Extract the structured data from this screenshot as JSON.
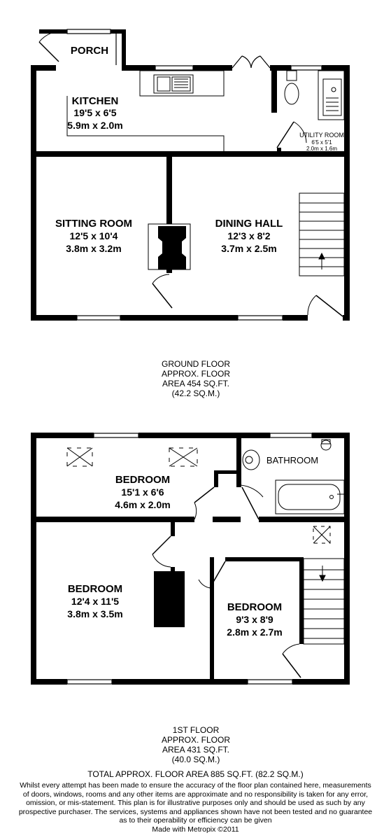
{
  "ground_floor": {
    "rooms": {
      "porch": {
        "name": "PORCH"
      },
      "kitchen": {
        "name": "KITCHEN",
        "imperial": "19'5 x 6'5",
        "metric": "5.9m x 2.0m"
      },
      "utility": {
        "name": "UTILITY ROOM",
        "imperial": "6'5 x 5'1",
        "metric": "2.0m x 1.6m"
      },
      "sitting": {
        "name": "SITTING ROOM",
        "imperial": "12'5 x 10'4",
        "metric": "3.8m x 3.2m"
      },
      "dining": {
        "name": "DINING HALL",
        "imperial": "12'3 x 8'2",
        "metric": "3.7m x 2.5m"
      }
    },
    "caption": [
      "GROUND FLOOR",
      "APPROX. FLOOR",
      "AREA 454 SQ.FT.",
      "(42.2 SQ.M.)"
    ]
  },
  "first_floor": {
    "rooms": {
      "bedroom_top": {
        "name": "BEDROOM",
        "imperial": "15'1 x 6'6",
        "metric": "4.6m x 2.0m"
      },
      "bathroom": {
        "name": "BATHROOM"
      },
      "bedroom_left": {
        "name": "BEDROOM",
        "imperial": "12'4 x 11'5",
        "metric": "3.8m x 3.5m"
      },
      "bedroom_right": {
        "name": "BEDROOM",
        "imperial": "9'3 x 8'9",
        "metric": "2.8m x 2.7m"
      }
    },
    "caption": [
      "1ST FLOOR",
      "APPROX. FLOOR",
      "AREA 431 SQ.FT.",
      "(40.0 SQ.M.)"
    ]
  },
  "total": "TOTAL APPROX. FLOOR AREA 885 SQ.FT. (82.2 SQ.M.)",
  "disclaimer": [
    "Whilst every attempt has been made to ensure the accuracy of the floor plan contained here, measurements",
    "of doors, windows, rooms and any other items are approximate and no responsibility is taken for any error,",
    "omission, or mis-statement. This plan is for illustrative purposes only and should be used as such by any",
    "prospective purchaser. The services, systems and appliances shown have not been tested and no guarantee",
    "as to their operability or efficiency can be given",
    "Made with Metropix ©2011"
  ]
}
